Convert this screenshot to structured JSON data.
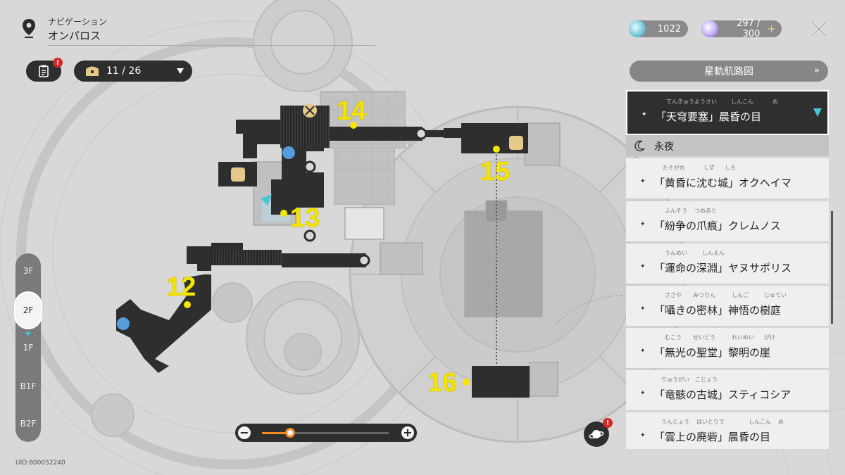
{
  "navigation": {
    "label": "ナビゲーション",
    "location": "オンパロス"
  },
  "currency": [
    {
      "icon": "stellar-jade-orb-icon",
      "value": "1022"
    },
    {
      "icon": "trailblaze-power-orb-icon",
      "value": "297 / 300",
      "plus": "+"
    }
  ],
  "chest_counter": {
    "value": "11 / 26"
  },
  "alerts": {
    "quest": "!",
    "planet": "!"
  },
  "floors": [
    "3F",
    "2F",
    "1F",
    "B1F",
    "B2F"
  ],
  "active_floor": "2F",
  "uid": "UID:800052240",
  "zoom": {
    "minus": "−",
    "plus": "+",
    "level": 0.22
  },
  "route_button": {
    "label": "星軌航路図",
    "chevron": "»"
  },
  "selected_area": {
    "name": "「天穹要塞」晨昏の目",
    "ruby": [
      "てんきゅうようさい",
      "しんこん",
      "め"
    ]
  },
  "section": {
    "label": "永夜"
  },
  "areas": [
    {
      "name": "「黄昏に沈む城」オクヘイマ",
      "ruby": [
        "たそがれ",
        "しず",
        "しろ"
      ]
    },
    {
      "name": "「紛争の爪痕」クレムノス",
      "ruby": [
        "ふんそう",
        "つめあと"
      ]
    },
    {
      "name": "「運命の深淵」ヤヌサポリス",
      "ruby": [
        "うんめい",
        "しんえん"
      ]
    },
    {
      "name": "「囁きの密林」神悟の樹庭",
      "ruby": [
        "ささや",
        "みつりん",
        "しんご",
        "じゅてい"
      ]
    },
    {
      "name": "「無光の聖堂」黎明の崖",
      "ruby": [
        "むこう",
        "せいどう",
        "れいめい",
        "がけ"
      ]
    },
    {
      "name": "「竜骸の古城」スティコシア",
      "ruby": [
        "りゅうがい",
        "こじょう"
      ]
    },
    {
      "name": "「雲上の廃砦」晨昏の目",
      "ruby": [
        "うんじょう",
        "はいとりで",
        "しんこん",
        "め"
      ]
    }
  ],
  "map_markers": [
    "12",
    "13",
    "14",
    "15",
    "16"
  ],
  "colors": {
    "marker_yellow": "#f5e600",
    "accent_cyan": "#47c7d6",
    "zoom_orange": "#f28a1e",
    "alert_red": "#d82626",
    "panel_dark": "#2f2f2f"
  }
}
